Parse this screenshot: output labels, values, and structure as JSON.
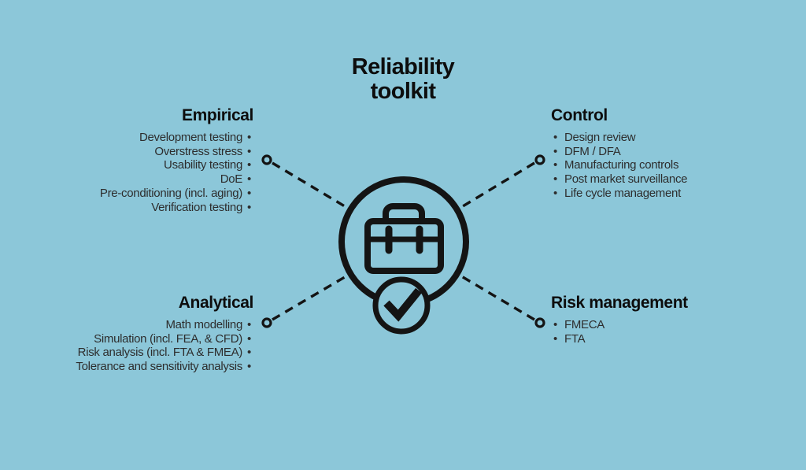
{
  "title": {
    "line1": "Reliability",
    "line2": "toolkit"
  },
  "bullet": "•",
  "colors": {
    "background": "#8CC7D9",
    "ink": "#141414",
    "heading": "#0D0D0D",
    "item": "#2D2D2D"
  },
  "center": {
    "icon": "toolbox-with-checkmark"
  },
  "sections": [
    {
      "id": "empirical",
      "title": "Empirical",
      "side": "left-top",
      "items": [
        "Development testing",
        "Overstress stress",
        "Usability testing",
        "DoE",
        "Pre-conditioning (incl. aging)",
        "Verification testing"
      ]
    },
    {
      "id": "control",
      "title": "Control",
      "side": "right-top",
      "items": [
        "Design review",
        "DFM / DFA",
        "Manufacturing controls",
        "Post market surveillance",
        "Life cycle management"
      ]
    },
    {
      "id": "analytical",
      "title": "Analytical",
      "side": "left-bottom",
      "items": [
        "Math modelling",
        "Simulation (incl. FEA, & CFD)",
        "Risk analysis (incl. FTA & FMEA)",
        "Tolerance and sensitivity analysis"
      ]
    },
    {
      "id": "risk-management",
      "title": "Risk management",
      "side": "right-bottom",
      "items": [
        "FMECA",
        "FTA"
      ]
    }
  ]
}
